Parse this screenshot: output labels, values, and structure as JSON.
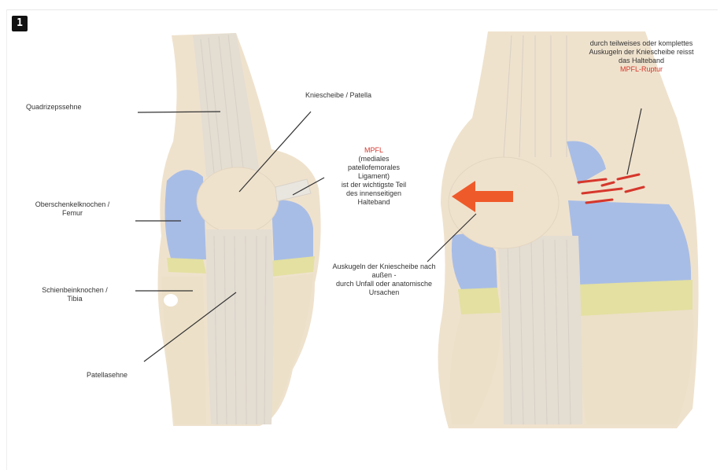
{
  "figure_number": "1",
  "colors": {
    "bone": "#efe2cd",
    "tendon": "#e4ddd2",
    "cartilage": "#a8bde6",
    "meniscus": "#e3e0a1",
    "accent_red": "#d6372c",
    "arrow": "#ef5a2a"
  },
  "labels": {
    "quadriceps": "Quadrizepssehne",
    "femur_1": "Oberschenkelknochen /",
    "femur_2": "Femur",
    "tibia_1": "Schienbeinknochen /",
    "tibia_2": "Tibia",
    "patellar_tendon": "Patellasehne",
    "patella": "Kniescheibe / Patella",
    "mpfl_title": "MPFL",
    "mpfl_1": "(mediales",
    "mpfl_2": "patellofemorales",
    "mpfl_3": "Ligament)",
    "mpfl_4": "ist der wichtigste Teil",
    "mpfl_5": "des innenseitigen",
    "mpfl_6": "Halteband",
    "disloc_1": "Auskugeln der Kniescheibe nach",
    "disloc_2": "außen -",
    "disloc_3": "durch Unfall oder anatomische",
    "disloc_4": "Ursachen",
    "rupture_1": "durch teilweises oder komplettes",
    "rupture_2": "Auskugeln der Kniescheibe reisst",
    "rupture_3": "das Halteband",
    "rupture_4": "MPFL-Ruptur"
  }
}
